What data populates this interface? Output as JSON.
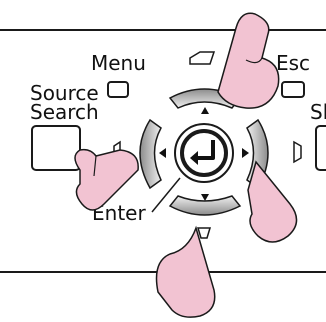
{
  "panel": {
    "menu_label": "Menu",
    "esc_label": "Esc",
    "source_search_line1": "Source",
    "source_search_line2": "Search",
    "right_label": "Sh",
    "enter_label": "Enter"
  },
  "icons": {
    "hand": "pointing-hand-icon",
    "enter": "enter-return-icon",
    "keystone": "keystone-icon"
  },
  "colors": {
    "hand_fill": "#f2c3d2",
    "key_gradient_light": "#f0f0f0",
    "key_gradient_dark": "#8c8c8c",
    "outline": "#1a1a1a"
  }
}
